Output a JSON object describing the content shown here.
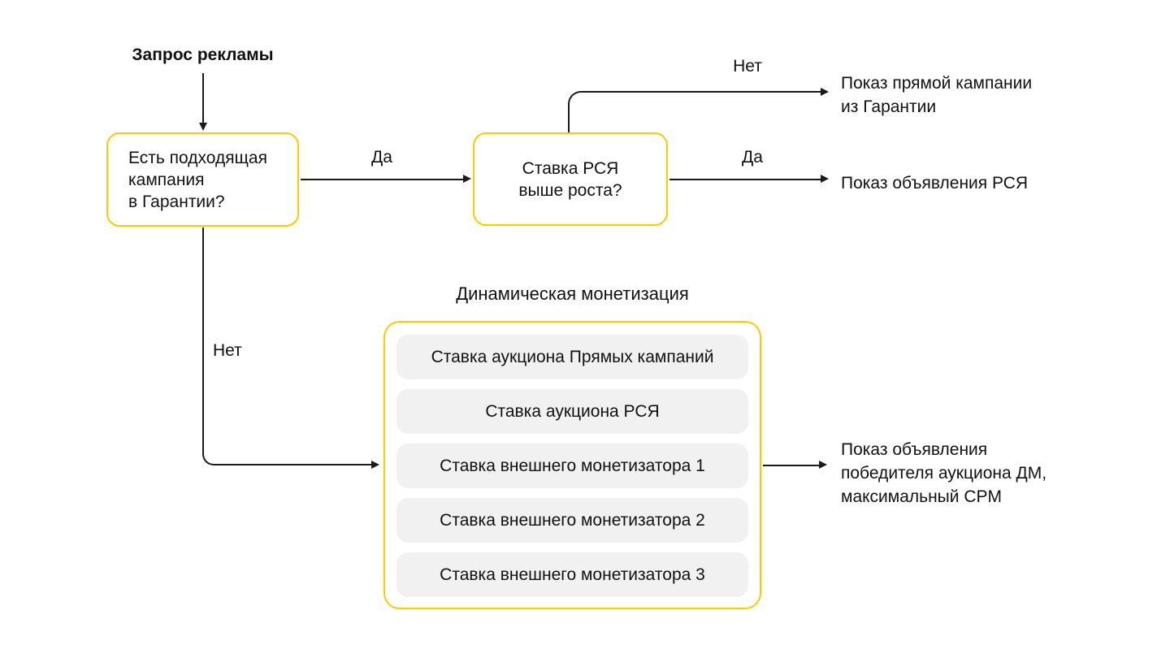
{
  "colors": {
    "accent_border": "#FFC900",
    "row_background": "#F1F1F1",
    "line": "#1A1A1A",
    "text": "#111111"
  },
  "start": {
    "label": "Запрос рекламы"
  },
  "nodes": {
    "guarantee_question": {
      "lines": [
        "Есть подходящая",
        "кампания",
        "в Гарантии?"
      ]
    },
    "rsya_question": {
      "lines": [
        "Ставка РСЯ",
        "выше роста?"
      ]
    }
  },
  "edges": {
    "guarantee_yes": "Да",
    "rsya_no": "Нет",
    "rsya_yes": "Да",
    "guarantee_no": "Нет"
  },
  "outcomes": {
    "direct_campaign": {
      "lines": [
        "Показ прямой кампании",
        "из Гарантии"
      ]
    },
    "rsya_ad": {
      "lines": [
        "Показ объявления РСЯ"
      ]
    },
    "dm_winner": {
      "lines": [
        "Показ объявления",
        "победителя аукциона ДМ,",
        "максимальный CPM"
      ]
    }
  },
  "dm_block": {
    "title": "Динамическая монетизация",
    "rows": [
      "Ставка аукциона Прямых кампаний",
      "Ставка аукциона РСЯ",
      "Ставка внешнего монетизатора 1",
      "Ставка внешнего монетизатора 2",
      "Ставка внешнего монетизатора 3"
    ]
  }
}
